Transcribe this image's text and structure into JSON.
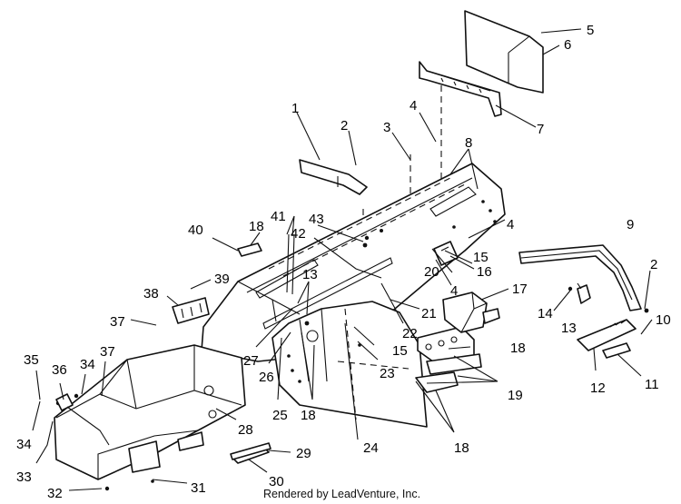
{
  "credit": "Rendered by LeadVenture, Inc.",
  "callouts": {
    "c1": "1",
    "c2a": "2",
    "c2b": "2",
    "c3": "3",
    "c4a": "4",
    "c4b": "4",
    "c4c": "4",
    "c5": "5",
    "c6": "6",
    "c7": "7",
    "c8": "8",
    "c9": "9",
    "c10": "10",
    "c11": "11",
    "c12": "12",
    "c13a": "13",
    "c13b": "13",
    "c14": "14",
    "c15a": "15",
    "c15b": "15",
    "c16": "16",
    "c17": "17",
    "c18a": "18",
    "c18b": "18",
    "c18c": "18",
    "c18d": "18",
    "c19": "19",
    "c20": "20",
    "c21": "21",
    "c22": "22",
    "c23": "23",
    "c24": "24",
    "c25": "25",
    "c26": "26",
    "c27": "27",
    "c28": "28",
    "c29": "29",
    "c30": "30",
    "c31": "31",
    "c32": "32",
    "c33": "33",
    "c34a": "34",
    "c34b": "34",
    "c35": "35",
    "c36": "36",
    "c37a": "37",
    "c37b": "37",
    "c38": "38",
    "c39": "39",
    "c40": "40",
    "c41": "41",
    "c42": "42",
    "c43": "43"
  },
  "colors": {
    "line": "#111111",
    "background": "#ffffff"
  }
}
